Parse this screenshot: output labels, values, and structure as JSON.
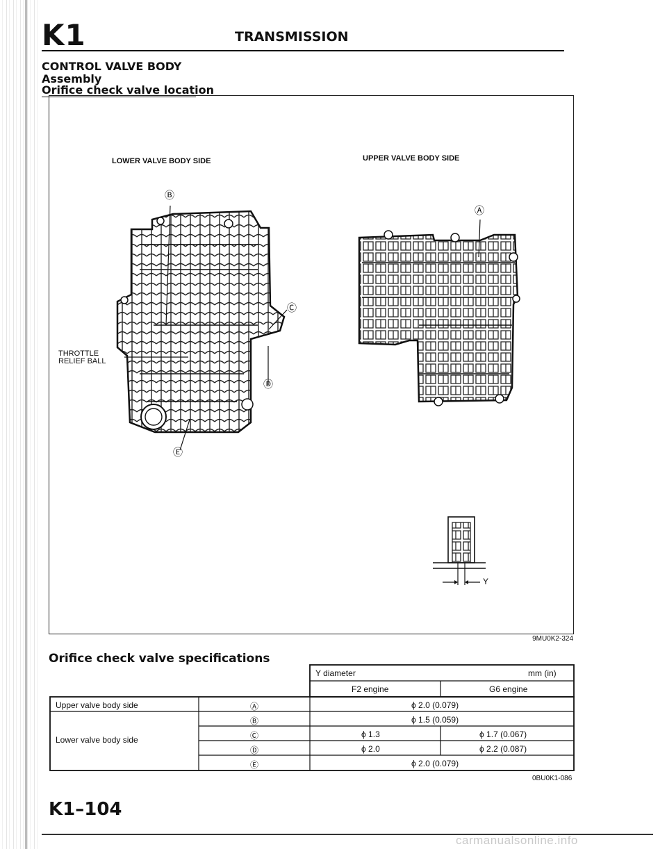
{
  "header": {
    "code": "K1",
    "title": "TRANSMISSION"
  },
  "section": {
    "title": "CONTROL VALVE BODY",
    "subtitle": "Assembly",
    "topic": "Orifice check valve location"
  },
  "figure": {
    "lower_label": "LOWER VALVE BODY SIDE",
    "upper_label": "UPPER VALVE BODY SIDE",
    "callouts": {
      "A": "Ⓐ",
      "B": "Ⓑ",
      "C": "Ⓒ",
      "D": "Ⓓ",
      "E": "Ⓔ",
      "throttle_line1": "THROTTLE",
      "throttle_line2": "RELIEF BALL"
    },
    "y_label": "Y",
    "code": "9MU0K2-324"
  },
  "spec": {
    "title": "Orifice check valve specifications",
    "header": {
      "y_diameter": "Y diameter",
      "unit": "mm (in)",
      "f2": "F2 engine",
      "g6": "G6 engine"
    },
    "rows": [
      {
        "side": "Upper valve body side",
        "mark": "Ⓐ",
        "value": "ϕ 2.0 (0.079)"
      },
      {
        "mark": "Ⓑ",
        "value": "ϕ 1.5 (0.059)"
      },
      {
        "mark": "Ⓒ",
        "f2": "ϕ 1.3",
        "g6": "ϕ 1.7 (0.067)"
      },
      {
        "mark": "Ⓓ",
        "f2": "ϕ 2.0",
        "g6": "ϕ 2.2 (0.087)"
      },
      {
        "mark": "Ⓔ",
        "value": "ϕ 2.0 (0.079)"
      }
    ],
    "lower_side": "Lower valve body side",
    "code": "0BU0K1-086"
  },
  "footer": {
    "page": "K1–104"
  },
  "watermark": "carmanualsonline.info"
}
